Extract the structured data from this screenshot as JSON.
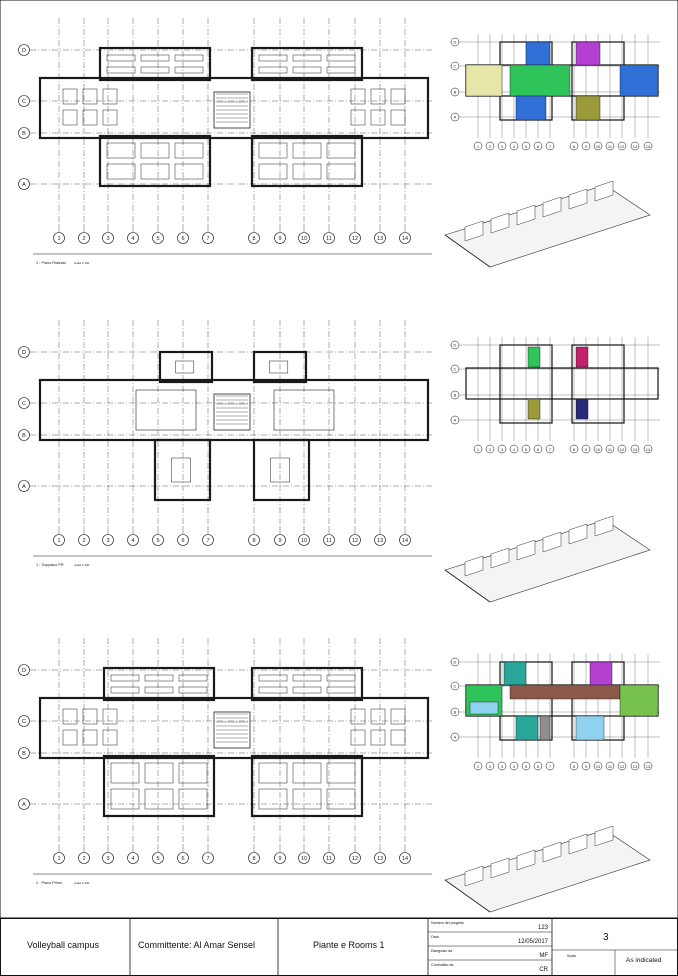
{
  "grid": {
    "columns": [
      "1",
      "2",
      "3",
      "4",
      "5",
      "6",
      "7",
      "8",
      "9",
      "10",
      "11",
      "12",
      "13",
      "14"
    ],
    "rows": [
      "D",
      "C",
      "B",
      "A"
    ]
  },
  "sheets": [
    {
      "id": "ground",
      "caption": "1 - Piano Rialzato",
      "scale": "scala 1:100"
    },
    {
      "id": "first",
      "caption": "1 - Soppalco PR",
      "scale": "scala 1:100"
    },
    {
      "id": "second",
      "caption": "2 - Piano Primo",
      "scale": "scala 1:100"
    }
  ],
  "colors": {
    "line": "#111111",
    "wall": "#1a1a1a",
    "room_yellow": "#e6e6a8",
    "room_blue": "#2f6fd6",
    "room_purple": "#b340d0",
    "room_green": "#2fc45a",
    "room_lightblue": "#8fd2ef",
    "room_olive": "#9a9a3a",
    "room_brown": "#8b5a4a",
    "room_navy": "#2a2a7a",
    "room_magenta": "#c3206d",
    "room_teal": "#2aa69a",
    "room_lime": "#77c14d",
    "room_grey": "#8e8e8e"
  },
  "titleblock": {
    "project": "Volleyball campus",
    "client": "Committente: Al Amar Sensel",
    "sheet_name": "Piante e Rooms 1",
    "fields": [
      {
        "label": "Numero del progetto",
        "value": "123"
      },
      {
        "label": "Data",
        "value": "12/05/2017"
      },
      {
        "label": "Disegnato da",
        "value": "MF"
      },
      {
        "label": "Controllato da",
        "value": "CR"
      }
    ],
    "sheet_number": "3",
    "scale_label": "Scala",
    "scale_value": "As indicated"
  }
}
